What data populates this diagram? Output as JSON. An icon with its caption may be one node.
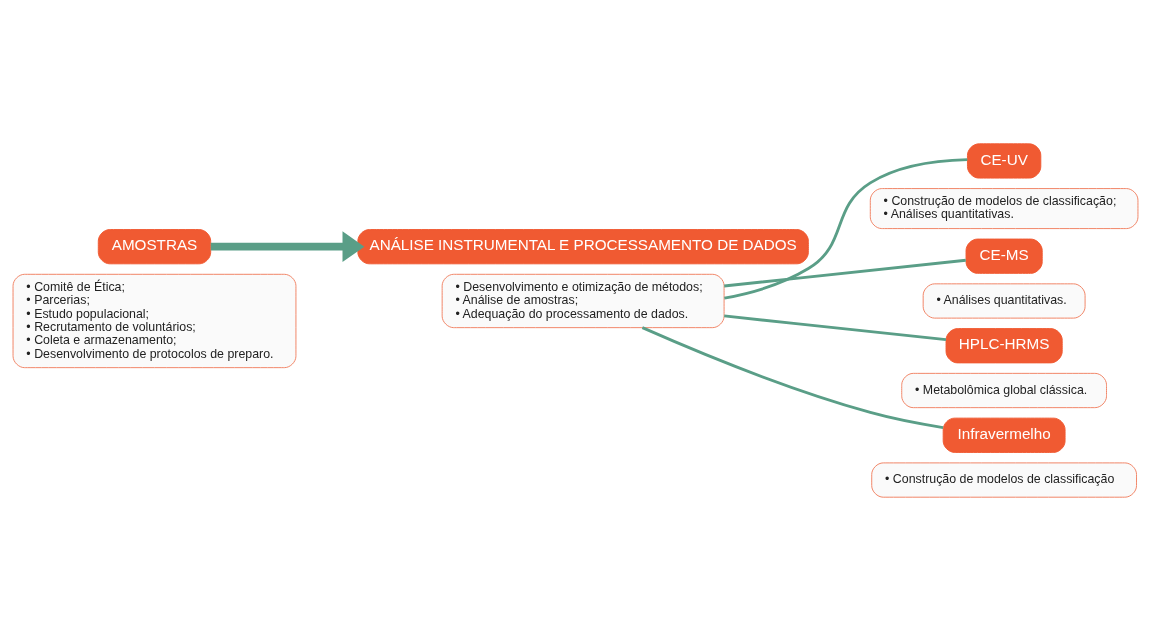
{
  "diagram": {
    "nodes": [
      {
        "text": [
          "AMOSTRAS"
        ]
      },
      {
        "text": [
          "• Comitê de Ética;",
          "• Parcerias;",
          "• Estudo populacional;",
          "• Recrutamento de voluntários;",
          "• Coleta e armazenamento;",
          "• Desenvolvimento de protocolos de preparo."
        ]
      },
      {
        "text": [
          "ANÁLISE INSTRUMENTAL E PROCESSAMENTO DE DADOS"
        ]
      },
      {
        "text": [
          "• Desenvolvimento e otimização de métodos;",
          "• Análise de amostras;",
          "• Adequação do processamento de dados."
        ]
      },
      {
        "text": [
          "CE-UV"
        ]
      },
      {
        "text": [
          "• Construção de modelos de classificação;",
          "• Análises quantitativas."
        ]
      },
      {
        "text": [
          "CE-MS"
        ]
      },
      {
        "text": [
          "• Análises quantitativas."
        ]
      },
      {
        "text": [
          "HPLC-HRMS"
        ]
      },
      {
        "text": [
          "• Metabolômica global clássica."
        ]
      },
      {
        "text": [
          "Infravermelho"
        ]
      },
      {
        "text": [
          "• Construção de modelos de classificação"
        ]
      }
    ],
    "edges": [
      {
        "from": 0,
        "to": 2,
        "arrow": "to",
        "style": "thick"
      },
      {
        "from": 3,
        "to": 4,
        "arrow": "none"
      },
      {
        "from": 3,
        "to": 6,
        "arrow": "none"
      },
      {
        "from": 3,
        "to": 8,
        "arrow": "none"
      },
      {
        "from": 3,
        "to": 10,
        "arrow": "none"
      }
    ]
  }
}
